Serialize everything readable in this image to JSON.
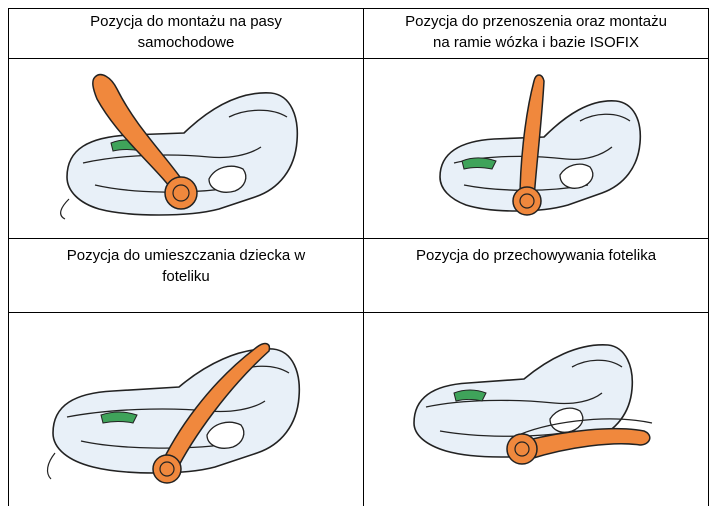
{
  "cells": [
    {
      "caption_line1": "Pozycja do montażu na pasy",
      "caption_line2": "samochodowe",
      "handle_position": "carry-back"
    },
    {
      "caption_line1": "Pozycja do przenoszenia oraz montażu",
      "caption_line2": "na ramie wózka i bazie ISOFIX",
      "handle_position": "carry-up"
    },
    {
      "caption_line1": "Pozycja do umieszczania dziecka w",
      "caption_line2": "foteliku",
      "handle_position": "back-forward"
    },
    {
      "caption_line1": "Pozycja do przechowywania fotelika",
      "caption_line2": "",
      "handle_position": "front-down"
    }
  ],
  "colors": {
    "handle": "#F0883D",
    "handle_outline": "#222222",
    "shell": "#E8F0F8",
    "accent": "#3FA35A"
  }
}
